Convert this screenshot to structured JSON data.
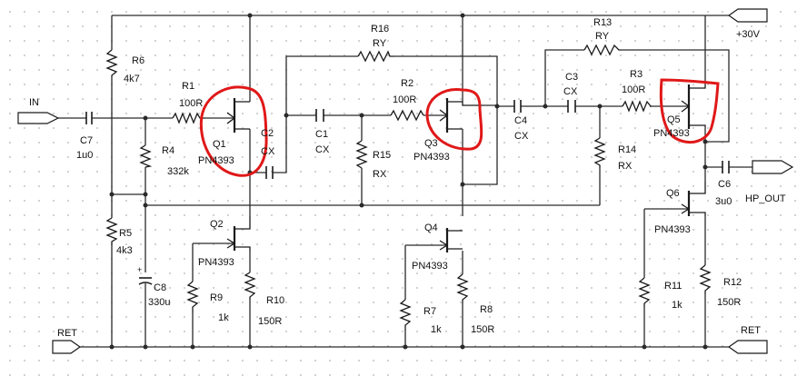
{
  "ports": {
    "in": "IN",
    "supply": "+30V",
    "ret_left": "RET",
    "ret_right": "RET",
    "hp_out": "HP_OUT"
  },
  "parts": {
    "R1": {
      "ref": "R1",
      "value": "100R"
    },
    "R2": {
      "ref": "R2",
      "value": "100R"
    },
    "R3": {
      "ref": "R3",
      "value": "100R"
    },
    "R4": {
      "ref": "R4",
      "value": "332k"
    },
    "R5": {
      "ref": "R5",
      "value": "4k3"
    },
    "R6": {
      "ref": "R6",
      "value": "4k7"
    },
    "R7": {
      "ref": "R7",
      "value": "1k"
    },
    "R8": {
      "ref": "R8",
      "value": "150R"
    },
    "R9": {
      "ref": "R9",
      "value": "1k"
    },
    "R10": {
      "ref": "R10",
      "value": "150R"
    },
    "R11": {
      "ref": "R11",
      "value": "1k"
    },
    "R12": {
      "ref": "R12",
      "value": "150R"
    },
    "R13": {
      "ref": "R13",
      "value": "RY"
    },
    "R14": {
      "ref": "R14",
      "value": "RX"
    },
    "R15": {
      "ref": "R15",
      "value": "RX"
    },
    "R16": {
      "ref": "R16",
      "value": "RY"
    },
    "C1": {
      "ref": "C1",
      "value": "CX"
    },
    "C2": {
      "ref": "C2",
      "value": "CX"
    },
    "C3": {
      "ref": "C3",
      "value": "CX"
    },
    "C4": {
      "ref": "C4",
      "value": "CX"
    },
    "C6": {
      "ref": "C6",
      "value": "3u0"
    },
    "C7": {
      "ref": "C7",
      "value": "1u0"
    },
    "C8": {
      "ref": "C8",
      "value": "330u"
    },
    "Q1": {
      "ref": "Q1",
      "value": "PN4393"
    },
    "Q2": {
      "ref": "Q2",
      "value": "PN4393"
    },
    "Q3": {
      "ref": "Q3",
      "value": "PN4393"
    },
    "Q4": {
      "ref": "Q4",
      "value": "PN4393"
    },
    "Q5": {
      "ref": "Q5",
      "value": "PN4393"
    },
    "Q6": {
      "ref": "Q6",
      "value": "PN4393"
    }
  },
  "colors": {
    "wire": "#2a2a2a",
    "annotation": "#e01818",
    "grid_dot": "#c6c6c6"
  }
}
